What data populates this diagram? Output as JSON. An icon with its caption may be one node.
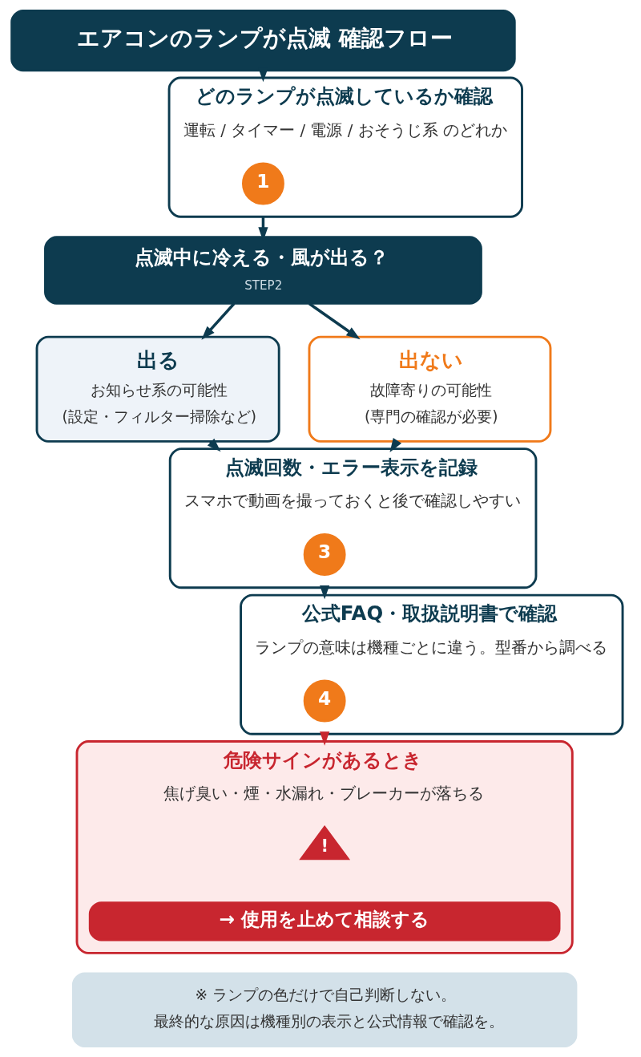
{
  "diagram": {
    "nodes": [
      {
        "text": [
          "エアコンのランプが点滅 確認フロー"
        ]
      },
      {
        "text": [
          "どのランプが点滅しているか確認",
          "運転 / タイマー / 電源 / おそうじ系 のどれか"
        ]
      },
      {
        "text": [
          "1"
        ],
        "in": 1
      },
      {
        "text": [
          "点滅中に冷える・風が出る？",
          "STEP2"
        ]
      },
      {
        "text": [
          "出る",
          "お知らせ系の可能性",
          "(設定・フィルター掃除など)"
        ]
      },
      {
        "text": [
          "出ない",
          "故障寄りの可能性",
          "(専門の確認が必要)"
        ]
      },
      {
        "text": [
          "点滅回数・エラー表示を記録",
          "スマホで動画を撮っておくと後で確認しやすい"
        ]
      },
      {
        "text": [
          "3"
        ],
        "in": 6
      },
      {
        "text": [
          "公式FAQ・取扱説明書で確認",
          "ランプの意味は機種ごとに違う。型番から調べる"
        ]
      },
      {
        "text": [
          "4"
        ],
        "in": 8
      },
      {
        "text": [
          "危険サインがあるとき",
          "焦げ臭い・煙・水漏れ・ブレーカーが落ちる"
        ]
      },
      {
        "text": [
          "!"
        ],
        "in": 10
      },
      {
        "text": [
          "→ 使用を止めて相談する"
        ],
        "in": 10
      },
      {
        "text": [
          "※ ランプの色だけで自己判断しない。",
          "最終的な原因は機種別の表示と公式情報で確認を。"
        ]
      }
    ],
    "edges": [
      {
        "from": 0,
        "to": 1,
        "arrow": "to"
      },
      {
        "from": 1,
        "to": 3,
        "arrow": "to"
      },
      {
        "from": 3,
        "to": 4,
        "arrow": "to"
      },
      {
        "from": 3,
        "to": 5,
        "arrow": "to"
      },
      {
        "from": 4,
        "to": 6,
        "arrow": "to"
      },
      {
        "from": 5,
        "to": 6,
        "arrow": "to"
      },
      {
        "from": 6,
        "to": 8,
        "arrow": "to"
      },
      {
        "from": 8,
        "to": 10,
        "arrow": "to",
        "color": "#c8262f"
      }
    ]
  }
}
